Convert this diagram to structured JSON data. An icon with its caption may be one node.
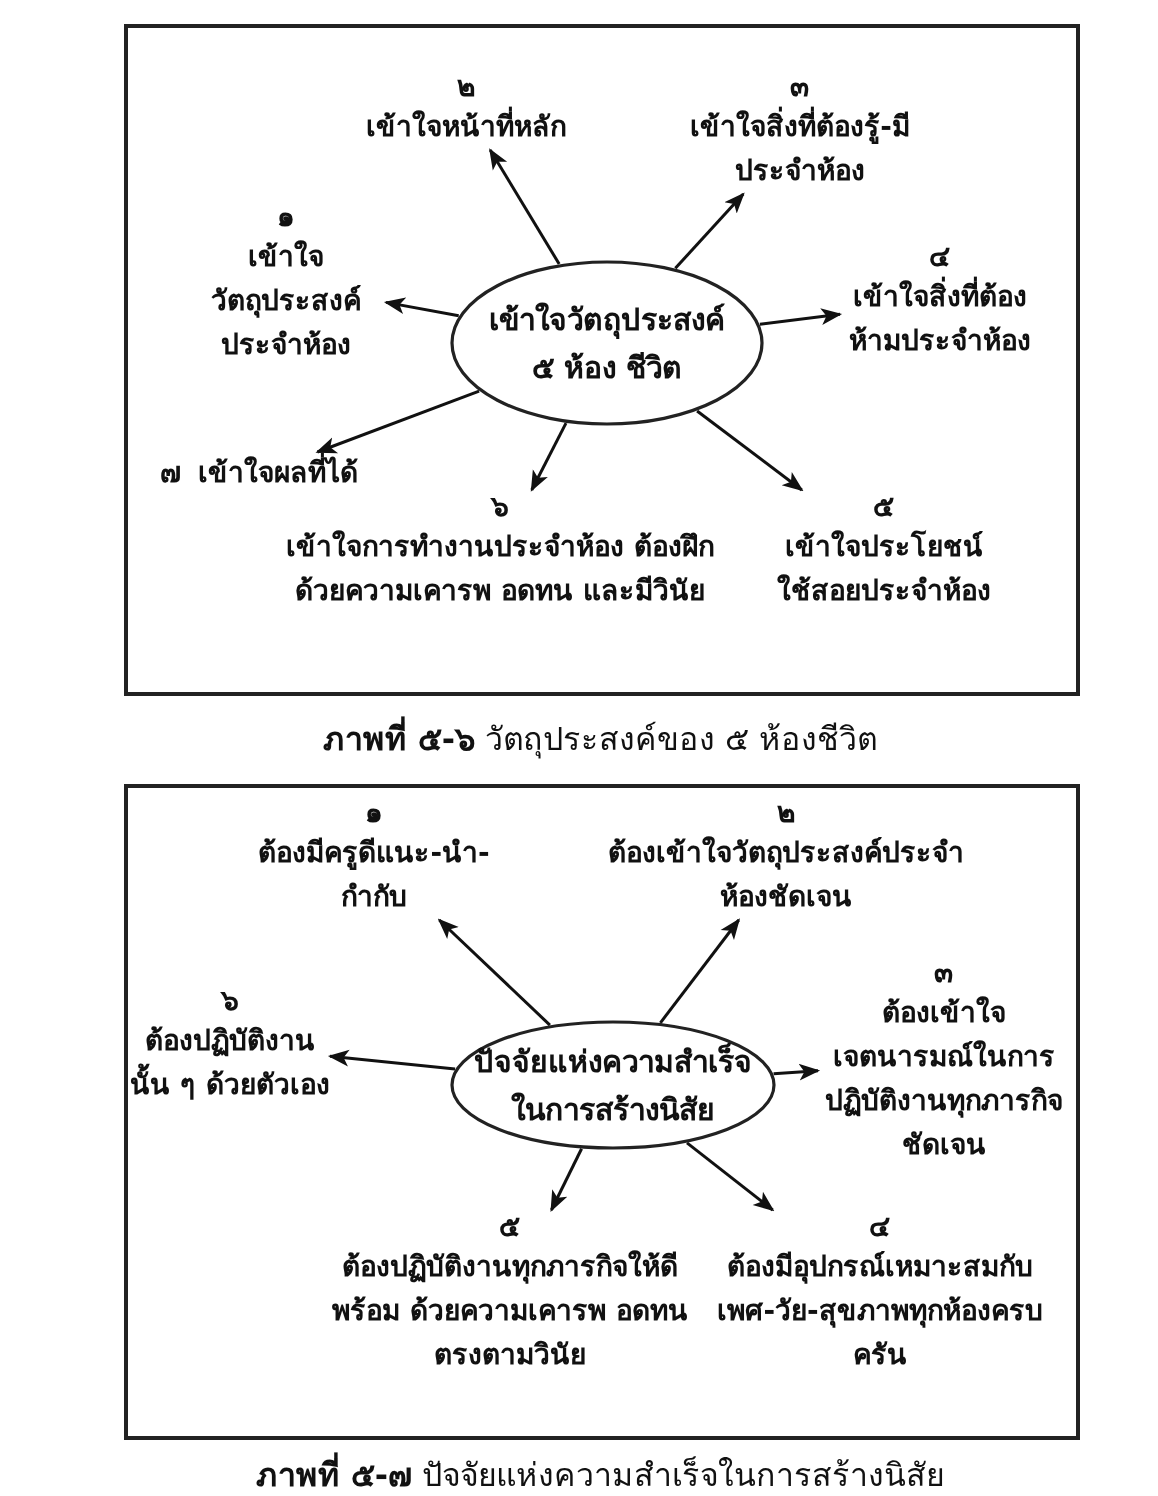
{
  "diagram": {
    "nodes": [
      {
        "text": [
          "เข้าใจวัตถุประสงค์ ๕ ห้อง ชีวิต"
        ]
      },
      {
        "text": [
          "๑",
          "เข้าใจวัตถุประสงค์ประจำห้อง"
        ]
      },
      {
        "text": [
          "๒",
          "เข้าใจหน้าที่หลัก"
        ]
      },
      {
        "text": [
          "๓",
          "เข้าใจสิ่งที่ต้องรู้-มีประจำห้อง"
        ]
      },
      {
        "text": [
          "๔",
          "เข้าใจสิ่งที่ต้องห้ามประจำห้อง"
        ]
      },
      {
        "text": [
          "๕",
          "เข้าใจประโยชน์ใช้สอยประจำห้อง"
        ]
      },
      {
        "text": [
          "๖",
          "เข้าใจการทำงานประจำห้อง ต้องฝึกด้วยความเคารพ อดทน และมีวินัย"
        ]
      },
      {
        "text": [
          "๗",
          "เข้าใจผลที่ได้"
        ]
      },
      {
        "text": [
          "ปัจจัยแห่งความสำเร็จในการสร้างนิสัย"
        ]
      },
      {
        "text": [
          "๑",
          "ต้องมีครูดีแนะ-นำ-กำกับ"
        ]
      },
      {
        "text": [
          "๒",
          "ต้องเข้าใจวัตถุประสงค์ประจำห้องชัดเจน"
        ]
      },
      {
        "text": [
          "๓",
          "ต้องเข้าใจเจตนารมณ์ในการปฏิบัติงานทุกภารกิจชัดเจน"
        ]
      },
      {
        "text": [
          "๔",
          "ต้องมีอุปกรณ์เหมาะสมกับเพศ-วัย-สุขภาพทุกห้องครบครัน"
        ]
      },
      {
        "text": [
          "๕",
          "ต้องปฏิบัติงานทุกภารกิจให้ดีพร้อม ด้วยความเคารพ อดทน ตรงตามวินัย"
        ]
      },
      {
        "text": [
          "๖",
          "ต้องปฏิบัติงานนั้น ๆ ด้วยตัวเอง"
        ]
      }
    ],
    "edges": [
      {
        "from": 0,
        "to": 1,
        "arrow": "to"
      },
      {
        "from": 0,
        "to": 2,
        "arrow": "to"
      },
      {
        "from": 0,
        "to": 3,
        "arrow": "to"
      },
      {
        "from": 0,
        "to": 4,
        "arrow": "to"
      },
      {
        "from": 0,
        "to": 5,
        "arrow": "to"
      },
      {
        "from": 0,
        "to": 6,
        "arrow": "to"
      },
      {
        "from": 0,
        "to": 7,
        "arrow": "to"
      },
      {
        "from": 8,
        "to": 9,
        "arrow": "to"
      },
      {
        "from": 8,
        "to": 10,
        "arrow": "to"
      },
      {
        "from": 8,
        "to": 11,
        "arrow": "to"
      },
      {
        "from": 8,
        "to": 12,
        "arrow": "to"
      },
      {
        "from": 8,
        "to": 13,
        "arrow": "to"
      },
      {
        "from": 8,
        "to": 14,
        "arrow": "to"
      }
    ],
    "labels": [
      "**ภาพที่ ๕-๖** วัตถุประสงค์ของ ๕ ห้องชีวิต",
      "**ภาพที่ ๕-๗** ปัจจัยแห่งความสำเร็จในการสร้างนิสัย"
    ]
  }
}
